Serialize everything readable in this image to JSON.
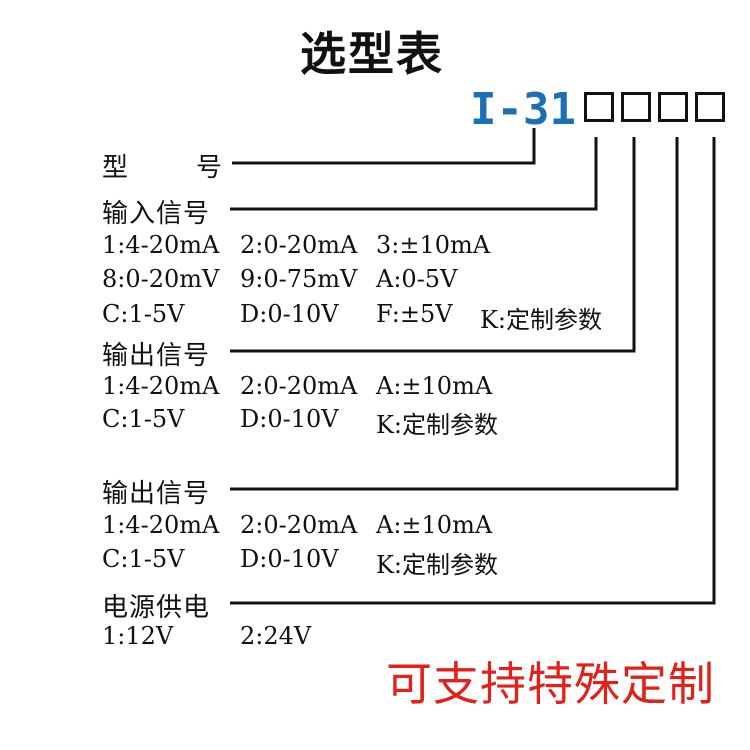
{
  "title": "选型表",
  "model": {
    "code": "I-31",
    "code_color": "#1a6fb5"
  },
  "sections": {
    "model_label": {
      "char1": "型",
      "char2": "号"
    },
    "input": {
      "label": "输入信号",
      "row1": [
        "1:4-20mA",
        "2:0-20mA",
        "3:±10mA"
      ],
      "row2": [
        "8:0-20mV",
        "9:0-75mV",
        "A:0-5V"
      ],
      "row3": [
        "C:1-5V",
        "D:0-10V",
        "F:±5V",
        "K:定制参数"
      ]
    },
    "output1": {
      "label": "输出信号",
      "row1": [
        "1:4-20mA",
        "2:0-20mA",
        "A:±10mA"
      ],
      "row2": [
        "C:1-5V",
        "D:0-10V",
        "K:定制参数"
      ]
    },
    "output2": {
      "label": "输出信号",
      "row1": [
        "1:4-20mA",
        "2:0-20mA",
        "A:±10mA"
      ],
      "row2": [
        "C:1-5V",
        "D:0-10V",
        "K:定制参数"
      ]
    },
    "power": {
      "label": "电源供电",
      "row1": [
        "1:12V",
        "2:24V"
      ]
    }
  },
  "promo": {
    "text": "可支持特殊定制",
    "color": "#e0221b"
  },
  "line_color": "#111111"
}
